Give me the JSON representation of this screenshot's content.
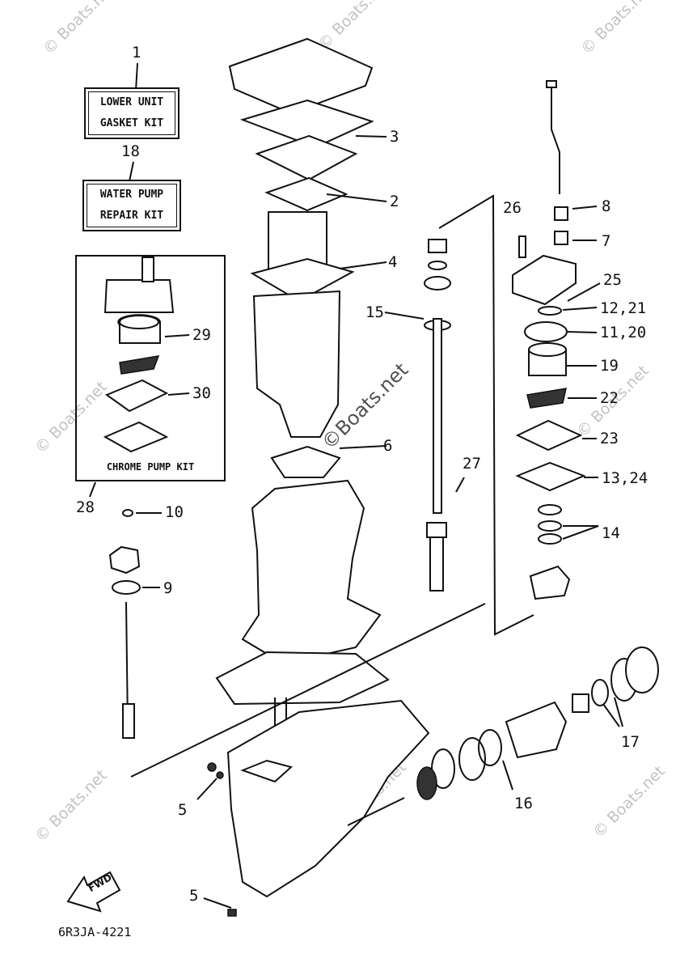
{
  "diagram": {
    "kits": {
      "gasket_kit": {
        "number": "1",
        "line1": "LOWER UNIT",
        "line2": "GASKET KIT"
      },
      "water_pump_kit": {
        "number": "18",
        "line1": "WATER PUMP",
        "line2": "REPAIR KIT"
      },
      "chrome_pump_kit": {
        "number": "28",
        "label": "CHROME PUMP KIT"
      }
    },
    "callouts": {
      "c2": "2",
      "c3": "3",
      "c4": "4",
      "c5a": "5",
      "c5b": "5",
      "c6": "6",
      "c7": "7",
      "c8": "8",
      "c9": "9",
      "c10": "10",
      "c11": "11,20",
      "c12": "12,21",
      "c13": "13,24",
      "c14": "14",
      "c15": "15",
      "c16": "16",
      "c17": "17",
      "c19": "19",
      "c22": "22",
      "c23": "23",
      "c25": "25",
      "c26": "26",
      "c27": "27",
      "c29": "29",
      "c30": "30"
    },
    "fwd_label": "FWD",
    "drawing_code": "6R3JA-4221",
    "watermark": "© Boats.net",
    "watermark_center": "©Boats.net"
  }
}
